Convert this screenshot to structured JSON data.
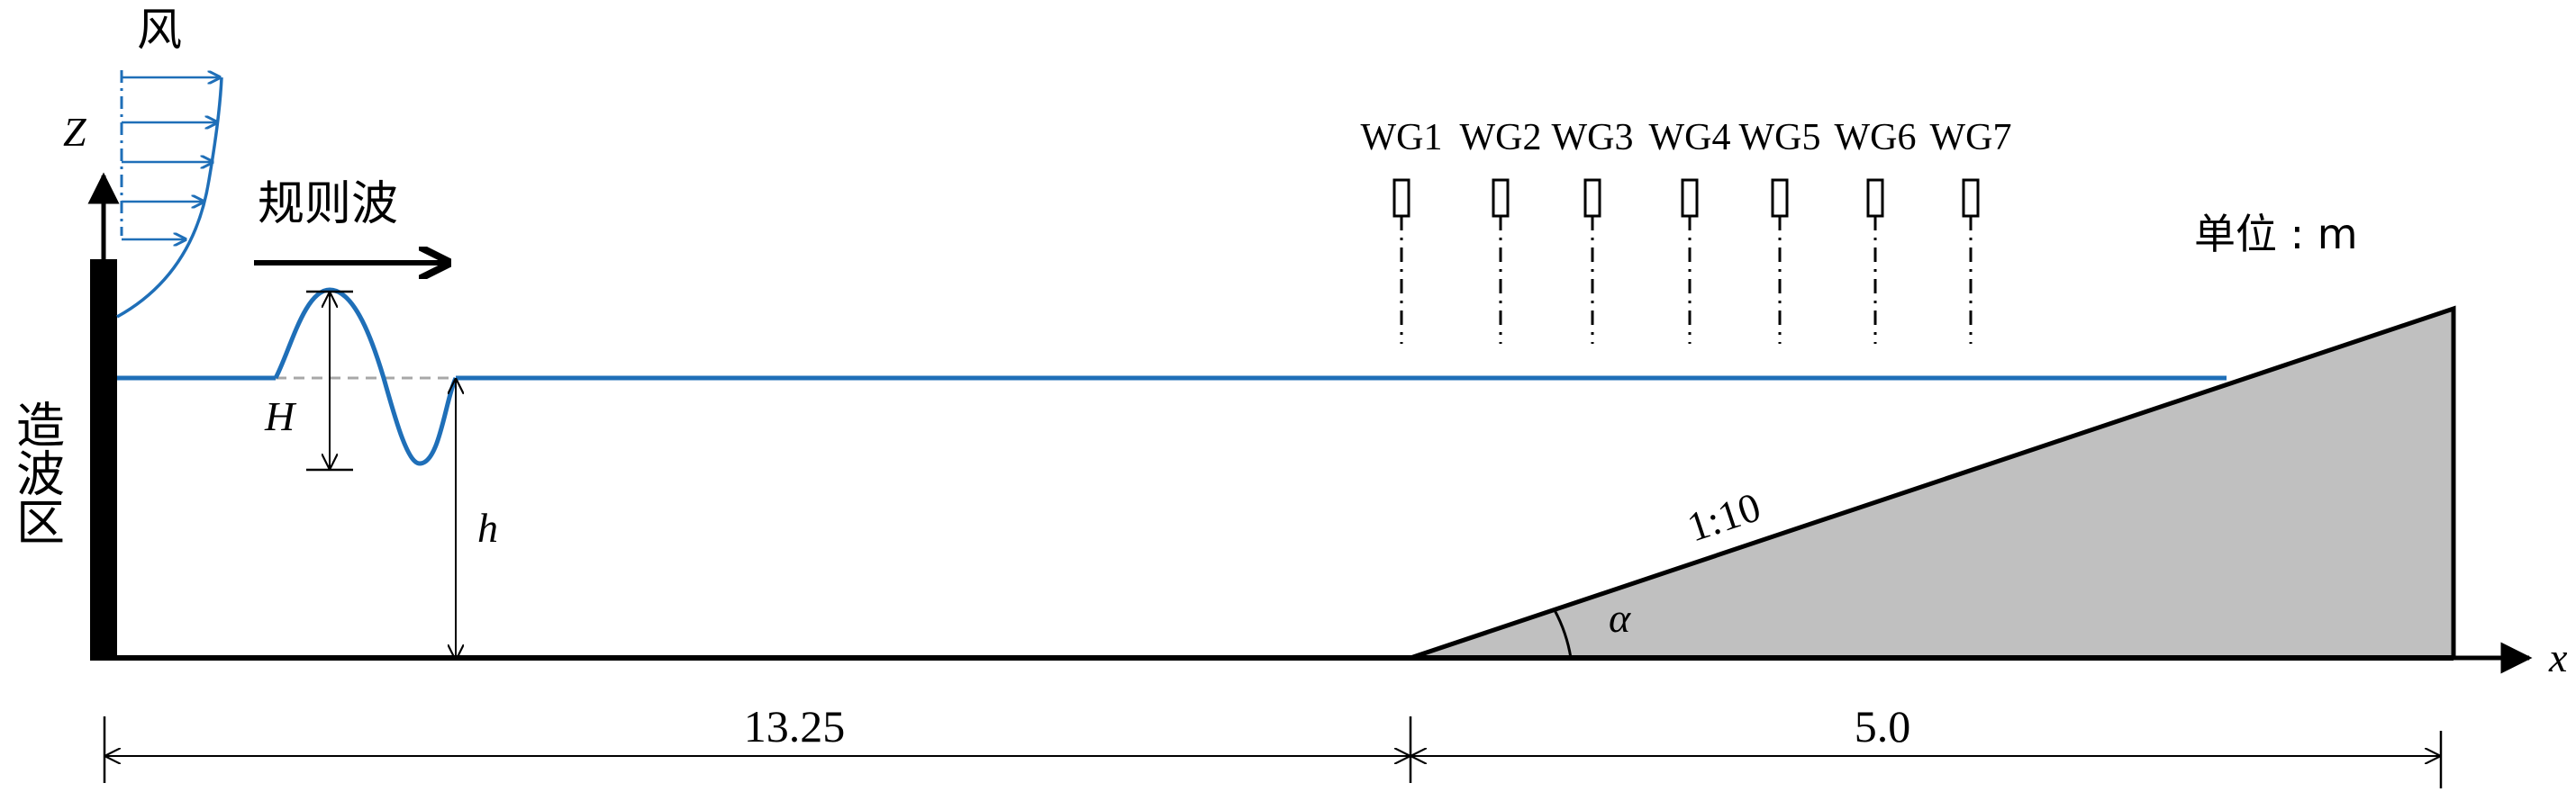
{
  "labels": {
    "wind": "风",
    "z_axis": "Z",
    "x_axis": "x",
    "regular_wave": "规则波",
    "wavemaker_zone": "造波区",
    "wave_height": "H",
    "water_depth": "h",
    "slope_ratio": "1:10",
    "slope_angle": "α",
    "units": "单位 : m"
  },
  "gauges": [
    "WG1",
    "WG2",
    "WG3",
    "WG4",
    "WG5",
    "WG6",
    "WG7"
  ],
  "dimensions": {
    "flat_length": "13.25",
    "slope_length": "5.0"
  },
  "colors": {
    "water": "#1f6fb8",
    "slope_fill": "#c0c0c0",
    "line": "#000000"
  }
}
